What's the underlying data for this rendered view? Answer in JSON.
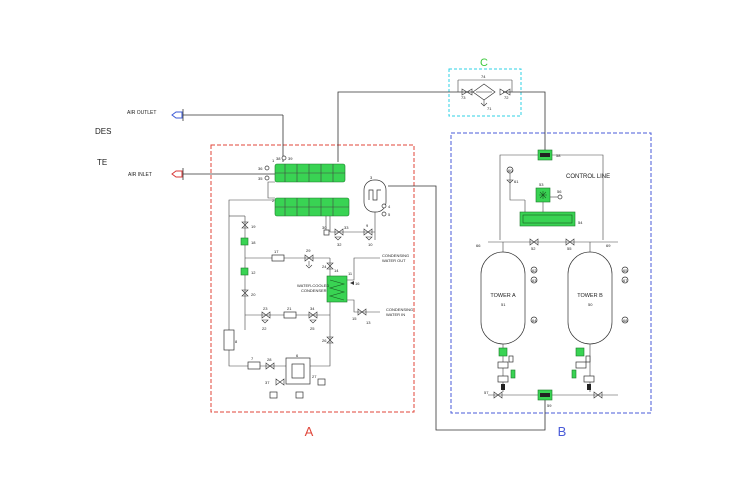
{
  "colors": {
    "section_a": "#e0463a",
    "section_b": "#4a5bd8",
    "section_c": "#2fd2e6",
    "label_c": "#3cc83c",
    "hx_green": "#39d353",
    "outlet_arrow": "#3d5bd6",
    "inlet_arrow": "#d83a3a"
  },
  "sections": {
    "a": "A",
    "b": "B",
    "c": "C"
  },
  "left_text": {
    "line1": "DES",
    "line2": "TE"
  },
  "ports": {
    "air_outlet": "AIR OUTLET",
    "air_inlet": "AIR INLET"
  },
  "section_a": {
    "condenser_label_1": "WATER-COOLED",
    "condenser_label_2": "CONDENSER",
    "cond_water_out_1": "CONDENSING",
    "cond_water_out_2": "WATER OUT",
    "cond_water_in_1": "CONDENSING",
    "cond_water_in_2": "WATER IN",
    "numbers": {
      "n1": "1",
      "n2": "2",
      "n3": "3",
      "n4": "4",
      "n5": "5",
      "n6": "6",
      "n7": "7",
      "n8": "8",
      "n9": "9",
      "n11": "11",
      "n17": "17",
      "n18": "18",
      "n19": "19",
      "n20": "20",
      "n21": "21",
      "n22": "22",
      "n23": "23",
      "n24": "24",
      "n25": "25",
      "n26": "26",
      "n27": "27",
      "n28": "28",
      "n29": "29",
      "n30": "30",
      "n31": "31",
      "n32": "32",
      "n33": "33",
      "n34": "34",
      "n35": "35",
      "n36": "36",
      "n37": "37",
      "n38": "38",
      "n39": "39",
      "n12": "12",
      "n13": "13",
      "n14": "14",
      "n15": "15",
      "n16": "16",
      "n10": "10"
    }
  },
  "section_b": {
    "control_line": "CONTROL LINE",
    "tower_a": "TOWER A",
    "tower_b": "TOWER B",
    "numbers": {
      "n50": "50",
      "n51": "51",
      "n52": "52",
      "n53": "53",
      "n54": "54",
      "n55": "55",
      "n56": "56",
      "n57": "57",
      "n58": "58",
      "n59": "59",
      "n60": "60",
      "n61": "61",
      "n62": "62",
      "n63": "63",
      "n64": "64",
      "n65": "65",
      "n66": "66",
      "n67": "67",
      "n68": "68",
      "n69": "69"
    }
  },
  "section_c": {
    "numbers": {
      "n70": "70",
      "n71": "71",
      "n72": "72",
      "n73": "73",
      "n74": "74"
    }
  }
}
